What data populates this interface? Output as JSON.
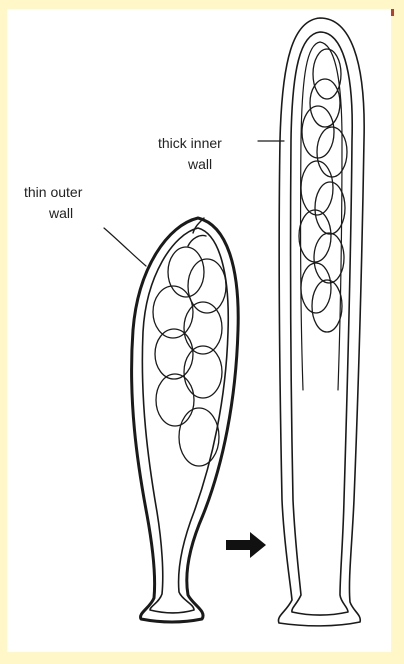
{
  "diagram": {
    "labels": {
      "outer_line1": "thin outer",
      "outer_line2": "wall",
      "inner_line1": "thick inner",
      "inner_line2": "wall"
    },
    "colors": {
      "background": "#fff7c8",
      "panel": "#ffffff",
      "ink": "#1a1a1a",
      "corner_mark": "#c0392b"
    },
    "arrow_icon": "right-arrow-icon"
  }
}
